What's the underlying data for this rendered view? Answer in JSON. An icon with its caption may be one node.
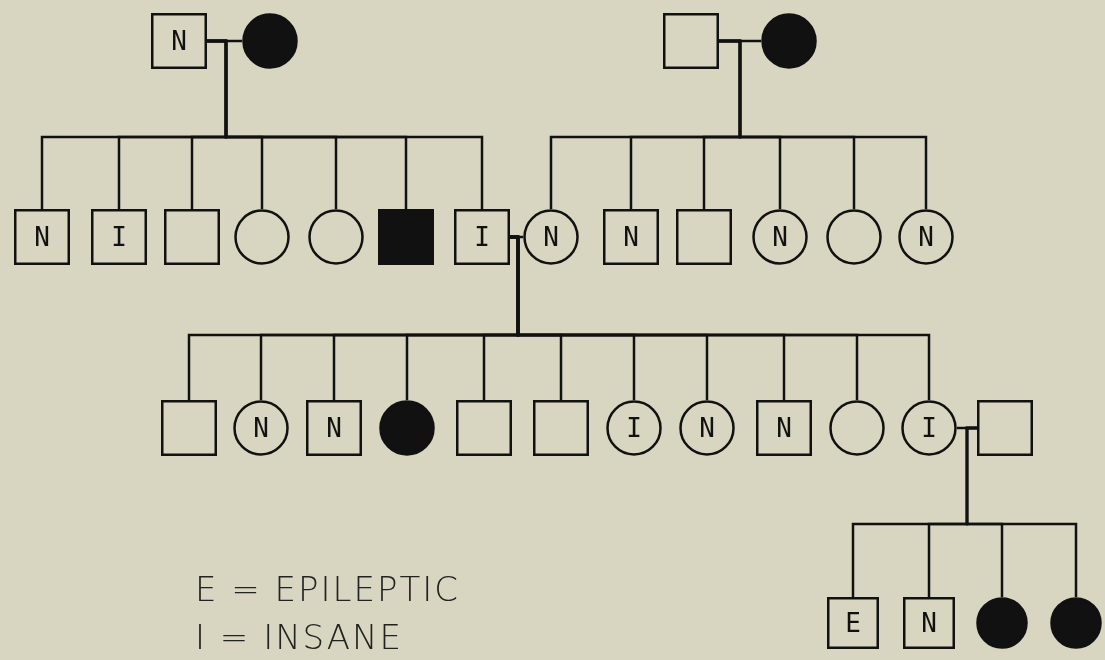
{
  "diagram": {
    "nodes": [
      {
        "text": [
          "N"
        ]
      },
      {
        "text": [],
        "shape": "circle"
      },
      {
        "text": [],
        "shape": "box"
      },
      {
        "text": [],
        "shape": "circle"
      },
      {
        "text": [
          "N"
        ]
      },
      {
        "text": [
          "I"
        ]
      },
      {
        "text": [],
        "shape": "box"
      },
      {
        "text": [],
        "shape": "circle"
      },
      {
        "text": [],
        "shape": "circle"
      },
      {
        "text": [],
        "shape": "box"
      },
      {
        "text": [
          "I"
        ]
      },
      {
        "text": [
          "N"
        ]
      },
      {
        "text": [
          "N"
        ]
      },
      {
        "text": [],
        "shape": "box"
      },
      {
        "text": [
          "N"
        ]
      },
      {
        "text": [],
        "shape": "circle"
      },
      {
        "text": [
          "N"
        ]
      },
      {
        "text": [],
        "shape": "box"
      },
      {
        "text": [
          "N"
        ]
      },
      {
        "text": [
          "N"
        ]
      },
      {
        "text": [],
        "shape": "circle"
      },
      {
        "text": [],
        "shape": "box"
      },
      {
        "text": [],
        "shape": "box"
      },
      {
        "text": [
          "I"
        ]
      },
      {
        "text": [
          "N"
        ]
      },
      {
        "text": [
          "N"
        ]
      },
      {
        "text": [],
        "shape": "circle"
      },
      {
        "text": [
          "I"
        ]
      },
      {
        "text": [],
        "shape": "box"
      },
      {
        "text": [
          "E"
        ]
      },
      {
        "text": [
          "N"
        ]
      },
      {
        "text": [],
        "shape": "circle"
      },
      {
        "text": [],
        "shape": "circle"
      }
    ],
    "edges": [
      {
        "from": 0,
        "to": 1,
        "arrow": "none"
      },
      {
        "from": 0,
        "to": 4,
        "arrow": "none"
      },
      {
        "from": 0,
        "to": 5,
        "arrow": "none"
      },
      {
        "from": 0,
        "to": 6,
        "arrow": "none"
      },
      {
        "from": 0,
        "to": 7,
        "arrow": "none"
      },
      {
        "from": 0,
        "to": 8,
        "arrow": "none"
      },
      {
        "from": 0,
        "to": 9,
        "arrow": "none"
      },
      {
        "from": 0,
        "to": 10,
        "arrow": "none"
      },
      {
        "from": 2,
        "to": 3,
        "arrow": "none"
      },
      {
        "from": 2,
        "to": 11,
        "arrow": "none"
      },
      {
        "from": 2,
        "to": 12,
        "arrow": "none"
      },
      {
        "from": 2,
        "to": 13,
        "arrow": "none"
      },
      {
        "from": 2,
        "to": 14,
        "arrow": "none"
      },
      {
        "from": 2,
        "to": 15,
        "arrow": "none"
      },
      {
        "from": 2,
        "to": 16,
        "arrow": "none"
      },
      {
        "from": 10,
        "to": 11,
        "arrow": "none"
      },
      {
        "from": 10,
        "to": 17,
        "arrow": "none"
      },
      {
        "from": 10,
        "to": 18,
        "arrow": "none"
      },
      {
        "from": 10,
        "to": 19,
        "arrow": "none"
      },
      {
        "from": 10,
        "to": 20,
        "arrow": "none"
      },
      {
        "from": 10,
        "to": 21,
        "arrow": "none"
      },
      {
        "from": 10,
        "to": 22,
        "arrow": "none"
      },
      {
        "from": 10,
        "to": 23,
        "arrow": "none"
      },
      {
        "from": 10,
        "to": 24,
        "arrow": "none"
      },
      {
        "from": 10,
        "to": 25,
        "arrow": "none"
      },
      {
        "from": 10,
        "to": 26,
        "arrow": "none"
      },
      {
        "from": 10,
        "to": 27,
        "arrow": "none"
      },
      {
        "from": 28,
        "to": 27,
        "arrow": "none"
      },
      {
        "from": 28,
        "to": 29,
        "arrow": "none"
      },
      {
        "from": 28,
        "to": 30,
        "arrow": "none"
      },
      {
        "from": 28,
        "to": 31,
        "arrow": "none"
      },
      {
        "from": 28,
        "to": 32,
        "arrow": "none"
      }
    ],
    "labels": [
      "E = EPILEPTIC",
      "I = INSANE"
    ]
  }
}
